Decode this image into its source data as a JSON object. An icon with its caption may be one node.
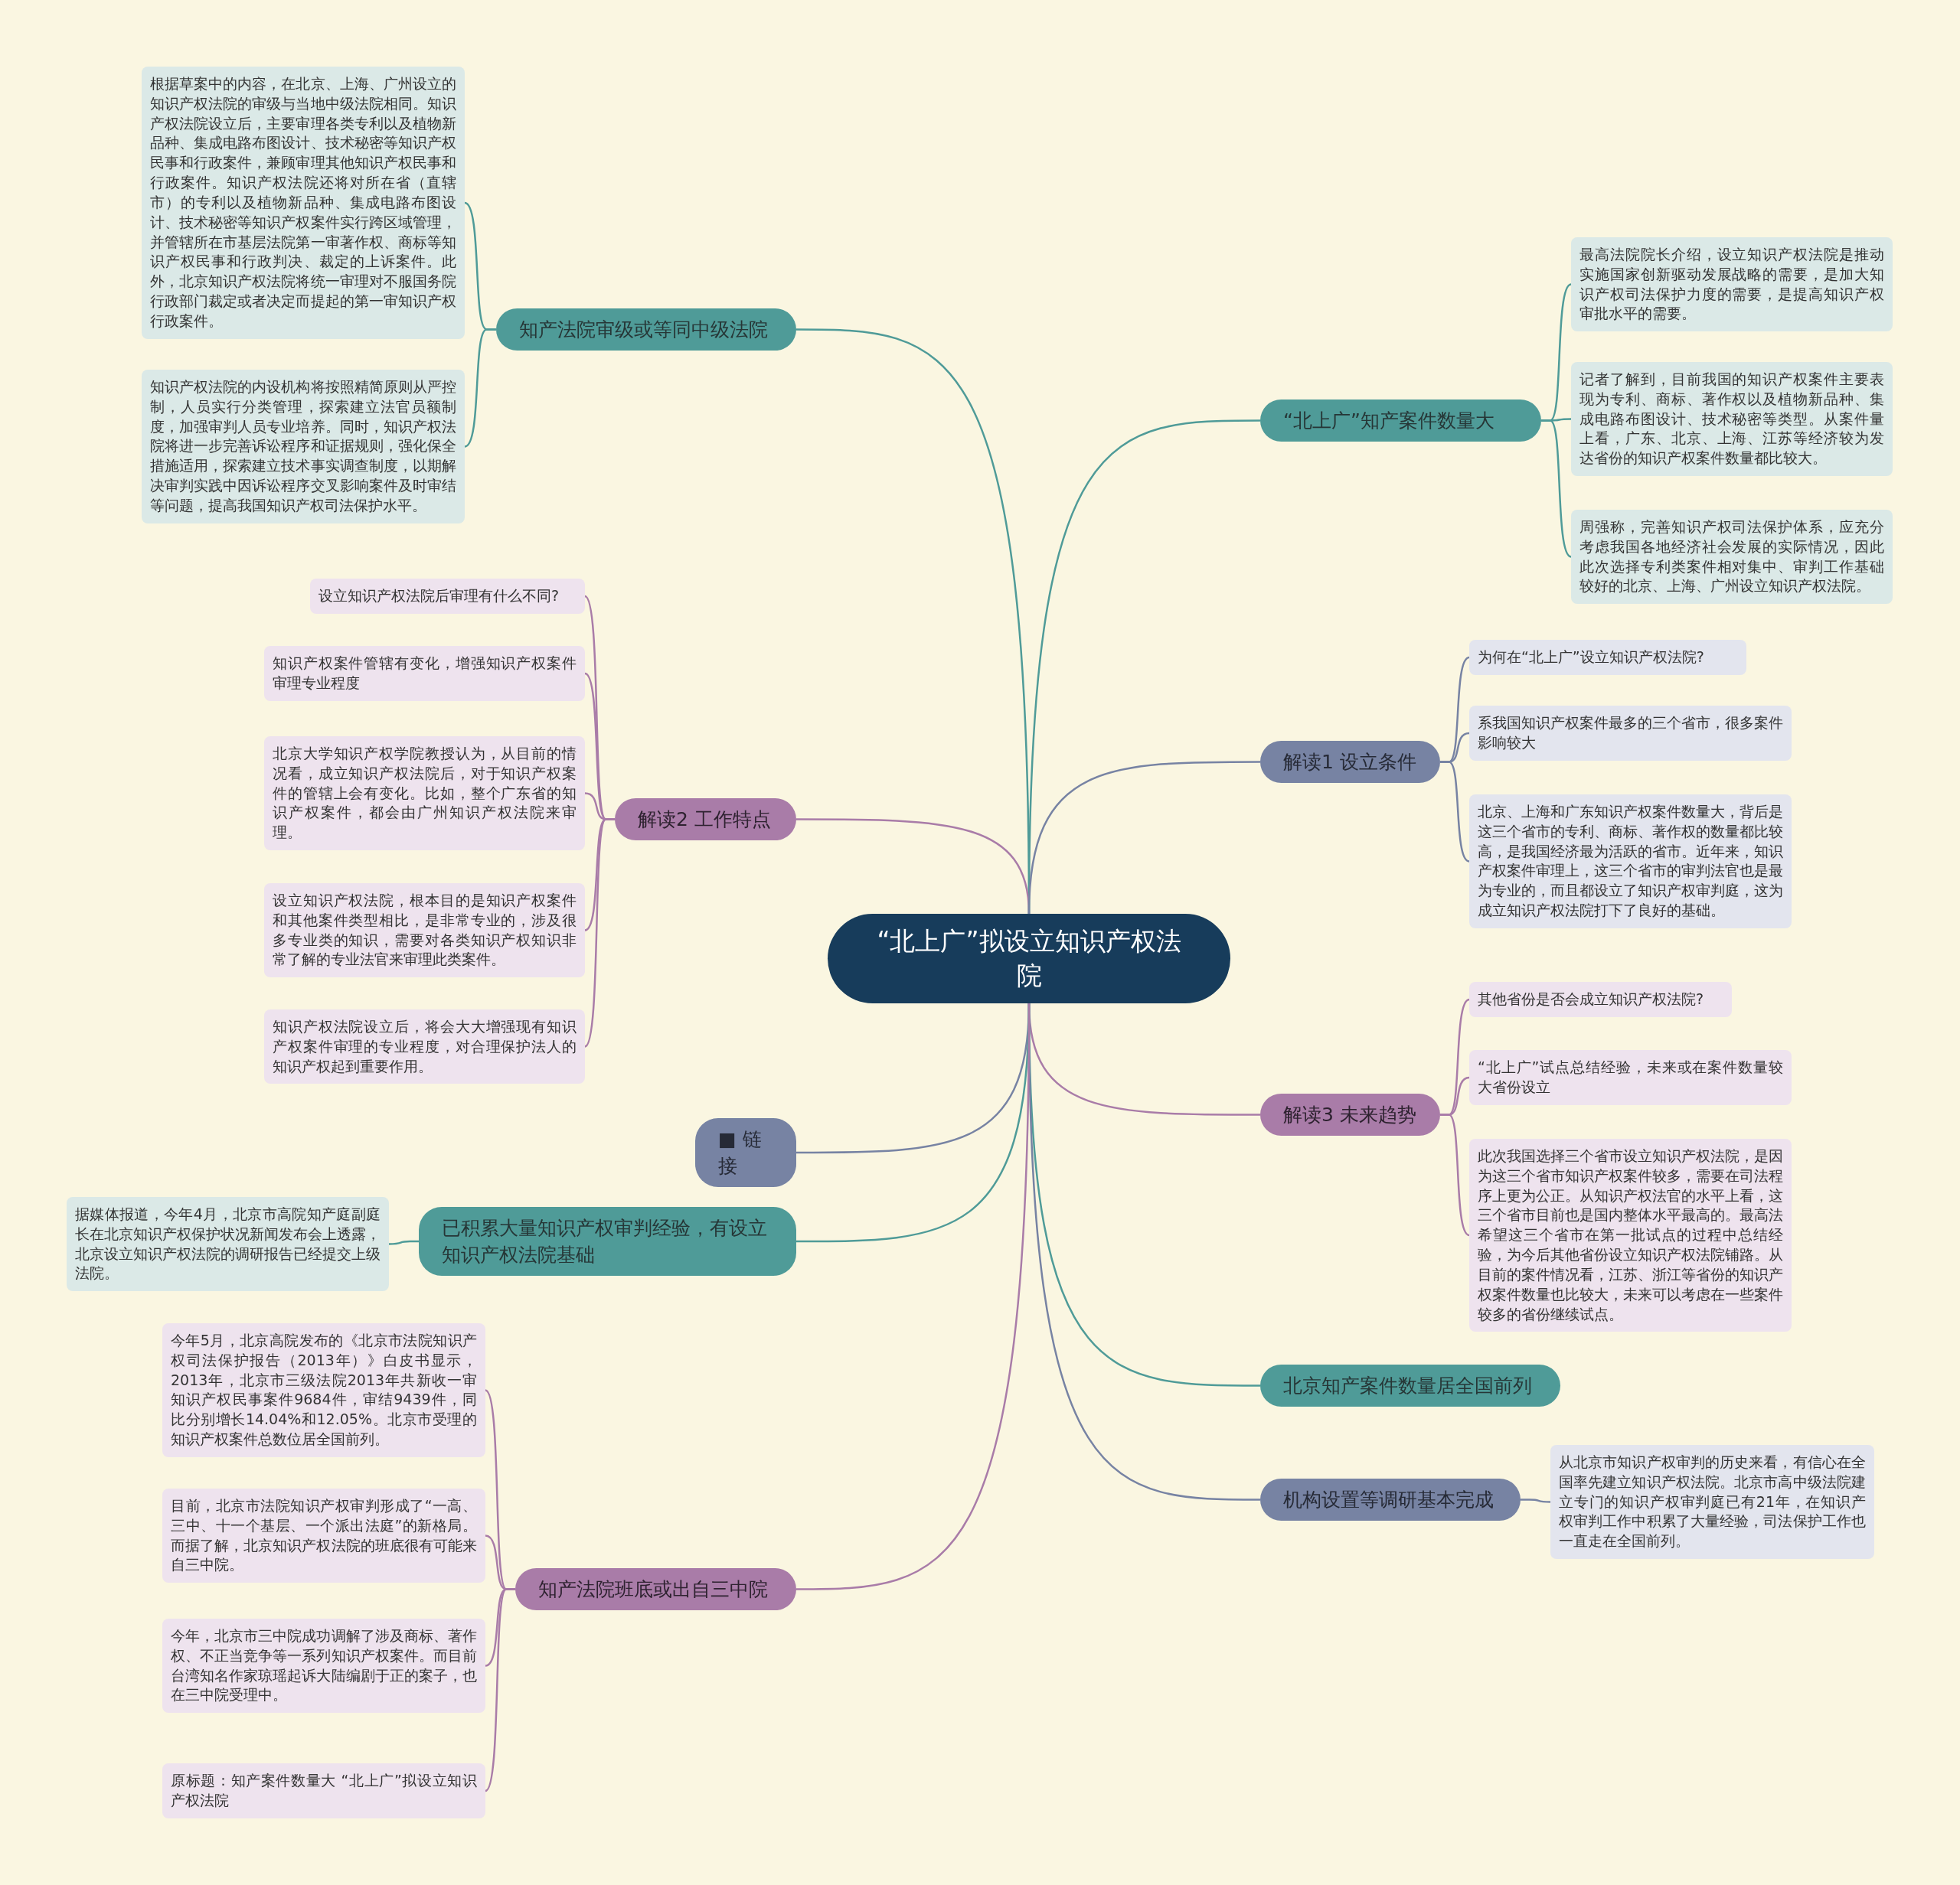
{
  "diagram": {
    "nodes": [
      {
        "text": [
          "“北上广”拟设立知识产权法院"
        ]
      },
      {
        "text": [
          "知产法院审级或等同中级法院"
        ]
      },
      {
        "text": [
          "根据草案中的内容，在北京、上海、广州设立的知识产权法院的审级与当地中级法院相同。知识产权法院设立后，主要审理各类专利以及植物新品种、集成电路布图设计、技术秘密等知识产权民事和行政案件，兼顾审理其他知识产权民事和行政案件。知识产权法院还将对所在省（直辖市）的专利以及植物新品种、集成电路布图设计、技术秘密等知识产权案件实行跨区域管理，并管辖所在市基层法院第一审著作权、商标等知识产权民事和行政判决、裁定的上诉案件。此外，北京知识产权法院将统一审理对不服国务院行政部门裁定或者决定而提起的第一审知识产权行政案件。"
        ]
      },
      {
        "text": [
          "知识产权法院的内设机构将按照精简原则从严控制，人员实行分类管理，探索建立法官员额制度，加强审判人员专业培养。同时，知识产权法院将进一步完善诉讼程序和证据规则，强化保全措施适用，探索建立技术事实调查制度，以期解决审判实践中因诉讼程序交叉影响案件及时审结等问题，提高我国知识产权司法保护水平。"
        ]
      },
      {
        "text": [
          "“北上广”知产案件数量大"
        ]
      },
      {
        "text": [
          "最高法院院长介绍，设立知识产权法院是推动实施国家创新驱动发展战略的需要，是加大知识产权司法保护力度的需要，是提高知识产权审批水平的需要。"
        ]
      },
      {
        "text": [
          "记者了解到，目前我国的知识产权案件主要表现为专利、商标、著作权以及植物新品种、集成电路布图设计、技术秘密等类型。从案件量上看，广东、北京、上海、江苏等经济较为发达省份的知识产权案件数量都比较大。"
        ]
      },
      {
        "text": [
          "周强称，完善知识产权司法保护体系，应充分考虑我国各地经济社会发展的实际情况，因此此次选择专利类案件相对集中、审判工作基础较好的北京、上海、广州设立知识产权法院。"
        ]
      },
      {
        "text": [
          "解读2 工作特点"
        ]
      },
      {
        "text": [
          "设立知识产权法院后审理有什么不同?"
        ]
      },
      {
        "text": [
          "知识产权案件管辖有变化，增强知识产权案件审理专业程度"
        ]
      },
      {
        "text": [
          "北京大学知识产权学院教授认为，从目前的情况看，成立知识产权法院后，对于知识产权案件的管辖上会有变化。比如，整个广东省的知识产权案件，都会由广州知识产权法院来审理。"
        ]
      },
      {
        "text": [
          "设立知识产权法院，根本目的是知识产权案件和其他案件类型相比，是非常专业的，涉及很多专业类的知识，需要对各类知识产权知识非常了解的专业法官来审理此类案件。"
        ]
      },
      {
        "text": [
          "知识产权法院设立后，将会大大增强现有知识产权案件审理的专业程度，对合理保护法人的知识产权起到重要作用。"
        ]
      },
      {
        "text": [
          "解读1 设立条件"
        ]
      },
      {
        "text": [
          "为何在“北上广”设立知识产权法院?"
        ]
      },
      {
        "text": [
          "系我国知识产权案件最多的三个省市，很多案件影响较大"
        ]
      },
      {
        "text": [
          "北京、上海和广东知识产权案件数量大，背后是这三个省市的专利、商标、著作权的数量都比较高，是我国经济最为活跃的省市。近年来，知识产权案件审理上，这三个省市的审判法官也是最为专业的，而且都设立了知识产权审判庭，这为成立知识产权法院打下了良好的基础。"
        ]
      },
      {
        "text": [
          "■ 链接"
        ]
      },
      {
        "text": [
          "已积累大量知识产权审判经验，有设立知识产权法院基础"
        ]
      },
      {
        "text": [
          "据媒体报道，今年4月，北京市高院知产庭副庭长在北京知识产权保护状况新闻发布会上透露，北京设立知识产权法院的调研报告已经提交上级法院。"
        ]
      },
      {
        "text": [
          "解读3 未来趋势"
        ]
      },
      {
        "text": [
          "其他省份是否会成立知识产权法院?"
        ]
      },
      {
        "text": [
          "“北上广”试点总结经验，未来或在案件数量较大省份设立"
        ]
      },
      {
        "text": [
          "此次我国选择三个省市设立知识产权法院，是因为这三个省市知识产权案件较多，需要在司法程序上更为公正。从知识产权法官的水平上看，这三个省市目前也是国内整体水平最高的。最高法希望这三个省市在第一批试点的过程中总结经验，为今后其他省份设立知识产权法院铺路。从目前的案件情况看，江苏、浙江等省份的知识产权案件数量也比较大，未来可以考虑在一些案件较多的省份继续试点。"
        ]
      },
      {
        "text": [
          "北京知产案件数量居全国前列"
        ]
      },
      {
        "text": [
          "机构设置等调研基本完成"
        ]
      },
      {
        "text": [
          "从北京市知识产权审判的历史来看，有信心在全国率先建立知识产权法院。北京市高中级法院建立专门的知识产权审判庭已有21年，在知识产权审判工作中积累了大量经验，司法保护工作也一直走在全国前列。"
        ]
      },
      {
        "text": [
          "知产法院班底或出自三中院"
        ]
      },
      {
        "text": [
          "今年5月，北京高院发布的《北京市法院知识产权司法保护报告（2013年）》白皮书显示，2013年，北京市三级法院2013年共新收一审知识产权民事案件9684件，审结9439件，同比分别增长14.04%和12.05%。北京市受理的知识产权案件总数位居全国前列。"
        ]
      },
      {
        "text": [
          "目前，北京市法院知识产权审判形成了“一高、三中、十一个基层、一个派出法庭”的新格局。而据了解，北京知识产权法院的班底很有可能来自三中院。"
        ]
      },
      {
        "text": [
          "今年，北京市三中院成功调解了涉及商标、著作权、不正当竞争等一系列知识产权案件。而目前台湾知名作家琼瑶起诉大陆编剧于正的案子，也在三中院受理中。"
        ]
      },
      {
        "text": [
          "原标题：知产案件数量大 “北上广”拟设立知识产权法院"
        ]
      }
    ],
    "edges": [
      {
        "from": 0,
        "to": 1,
        "arrow": "none",
        "color": "#4f9b98"
      },
      {
        "from": 1,
        "to": 2,
        "arrow": "none",
        "color": "#4f9b98"
      },
      {
        "from": 1,
        "to": 3,
        "arrow": "none",
        "color": "#4f9b98"
      },
      {
        "from": 0,
        "to": 4,
        "arrow": "none",
        "color": "#4f9b98"
      },
      {
        "from": 4,
        "to": 5,
        "arrow": "none",
        "color": "#4f9b98"
      },
      {
        "from": 4,
        "to": 6,
        "arrow": "none",
        "color": "#4f9b98"
      },
      {
        "from": 4,
        "to": 7,
        "arrow": "none",
        "color": "#4f9b98"
      },
      {
        "from": 0,
        "to": 8,
        "arrow": "none"
      },
      {
        "from": 8,
        "to": 9,
        "arrow": "none"
      },
      {
        "from": 8,
        "to": 10,
        "arrow": "none"
      },
      {
        "from": 8,
        "to": 11,
        "arrow": "none"
      },
      {
        "from": 8,
        "to": 12,
        "arrow": "none"
      },
      {
        "from": 8,
        "to": 13,
        "arrow": "none"
      },
      {
        "from": 0,
        "to": 14,
        "arrow": "none",
        "color": "#7783a3"
      },
      {
        "from": 14,
        "to": 15,
        "arrow": "none",
        "color": "#7783a3"
      },
      {
        "from": 14,
        "to": 16,
        "arrow": "none",
        "color": "#7783a3"
      },
      {
        "from": 14,
        "to": 17,
        "arrow": "none",
        "color": "#7783a3"
      },
      {
        "from": 0,
        "to": 18,
        "arrow": "none",
        "color": "#7783a3"
      },
      {
        "from": 0,
        "to": 19,
        "arrow": "none",
        "color": "#4f9b98"
      },
      {
        "from": 19,
        "to": 20,
        "arrow": "none",
        "color": "#4f9b98"
      },
      {
        "from": 0,
        "to": 21,
        "arrow": "none"
      },
      {
        "from": 21,
        "to": 22,
        "arrow": "none"
      },
      {
        "from": 21,
        "to": 23,
        "arrow": "none"
      },
      {
        "from": 21,
        "to": 24,
        "arrow": "none"
      },
      {
        "from": 0,
        "to": 25,
        "arrow": "none",
        "color": "#4f9b98"
      },
      {
        "from": 0,
        "to": 26,
        "arrow": "none",
        "color": "#7783a3"
      },
      {
        "from": 26,
        "to": 27,
        "arrow": "none",
        "color": "#7783a3"
      },
      {
        "from": 0,
        "to": 28,
        "arrow": "none"
      },
      {
        "from": 28,
        "to": 29,
        "arrow": "none"
      },
      {
        "from": 28,
        "to": 30,
        "arrow": "none"
      },
      {
        "from": 28,
        "to": 31,
        "arrow": "none"
      },
      {
        "from": 28,
        "to": 32,
        "arrow": "none"
      }
    ]
  }
}
